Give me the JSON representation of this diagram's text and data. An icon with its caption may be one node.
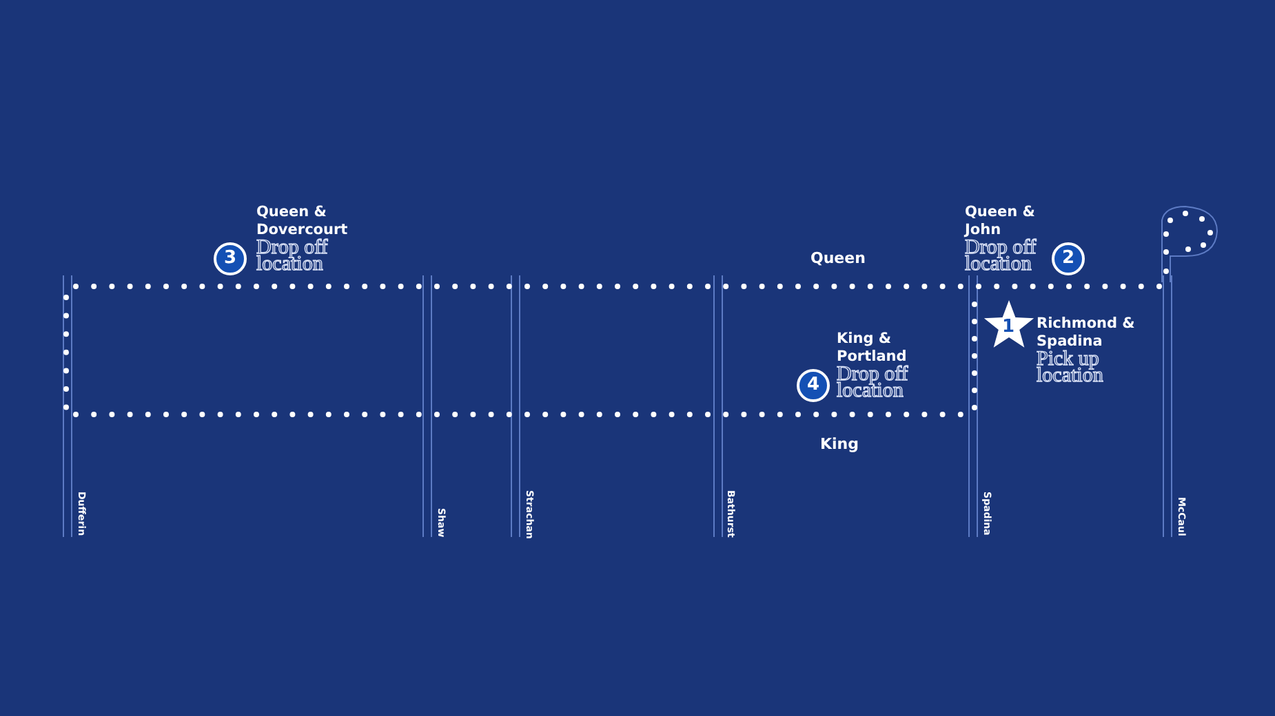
{
  "diagram": {
    "nodes": [
      {
        "text": [
          "3",
          "Queen & Dovercourt",
          "Drop off location"
        ]
      },
      {
        "text": [
          "2",
          "Queen & John",
          "Drop off location"
        ]
      },
      {
        "text": [
          "1",
          "Richmond & Spadina",
          "Pick up location"
        ]
      },
      {
        "text": [
          "4",
          "King & Portland",
          "Drop off location"
        ]
      }
    ],
    "labels": [
      "Queen",
      "King",
      "Dufferin",
      "Shaw",
      "Strachan",
      "Bathurst",
      "Spadina",
      "McCaul"
    ]
  }
}
